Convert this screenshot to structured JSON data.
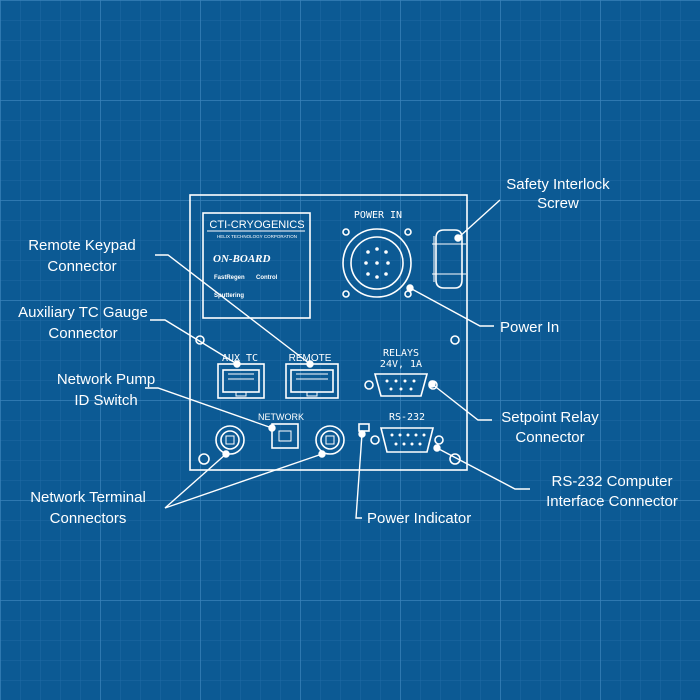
{
  "colors": {
    "background": "#0c5a94",
    "grid": "#2f7ab3",
    "line": "#ffffff"
  },
  "panel": {
    "logo": {
      "brand": "CTI-CRYOGENICS",
      "tagline": "HELIX TECHNOLOGY CORPORATION",
      "product": "ON-BOARD",
      "line1": "FastRegen",
      "line1_suffix": "Control",
      "line2": "Sputtering"
    },
    "power_in_label": "POWER IN",
    "aux_tc_label": "AUX TC",
    "remote_label": "REMOTE",
    "relays_label": "RELAYS",
    "relays_rating": "24V, 1A",
    "network_label": "NETWORK",
    "rs232_label": "RS-232"
  },
  "callouts": {
    "safety_interlock_1": "Safety Interlock",
    "safety_interlock_2": "Screw",
    "remote_keypad_1": "Remote Keypad",
    "remote_keypad_2": "Connector",
    "aux_tc_1": "Auxiliary TC Gauge",
    "aux_tc_2": "Connector",
    "power_in": "Power In",
    "network_pump_1": "Network Pump",
    "network_pump_2": "ID Switch",
    "setpoint_relay_1": "Setpoint Relay",
    "setpoint_relay_2": "Connector",
    "network_terminal_1": "Network Terminal",
    "network_terminal_2": "Connectors",
    "power_indicator": "Power Indicator",
    "rs232_1": "RS-232 Computer",
    "rs232_2": "Interface Connector"
  }
}
